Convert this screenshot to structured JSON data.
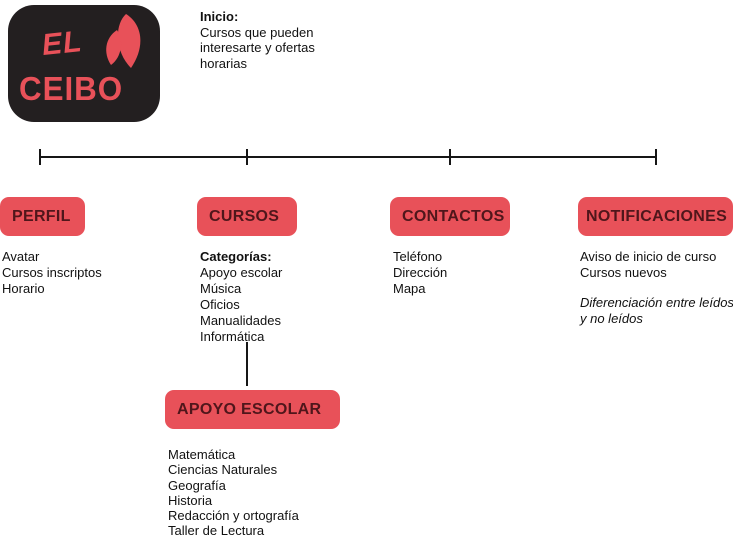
{
  "colors": {
    "accent": "#e85159",
    "logo_bg": "#231f20",
    "node_text": "#4f161b",
    "text": "#111111"
  },
  "logo": {
    "line1": "EL",
    "line2": "CEIBO",
    "icon": "ceibo-leaf-icon"
  },
  "intro": {
    "title": "Inicio:",
    "text": "Cursos que pueden interesarte y ofertas horarias"
  },
  "nodes": [
    {
      "id": "perfil",
      "label": "PERFIL",
      "items": [
        "Avatar",
        "Cursos inscriptos",
        "Horario"
      ]
    },
    {
      "id": "cursos",
      "label": "CURSOS",
      "list_title": "Categorías:",
      "items": [
        "Apoyo escolar",
        "Música",
        "Oficios",
        "Manualidades",
        "Informática"
      ]
    },
    {
      "id": "contactos",
      "label": "CONTACTOS",
      "items": [
        "Teléfono",
        "Dirección",
        "Mapa"
      ]
    },
    {
      "id": "notificaciones",
      "label": "NOTIFICACIONES",
      "items": [
        "Aviso de inicio de curso",
        "Cursos nuevos"
      ],
      "note": "Diferenciación entre leídos y no leídos"
    }
  ],
  "subnode": {
    "id": "apoyo-escolar",
    "label": "APOYO ESCOLAR",
    "items": [
      "Matemática",
      "Ciencias Naturales",
      "Geografía",
      "Historia",
      "Redacción y ortografía",
      "Taller de Lectura"
    ]
  }
}
